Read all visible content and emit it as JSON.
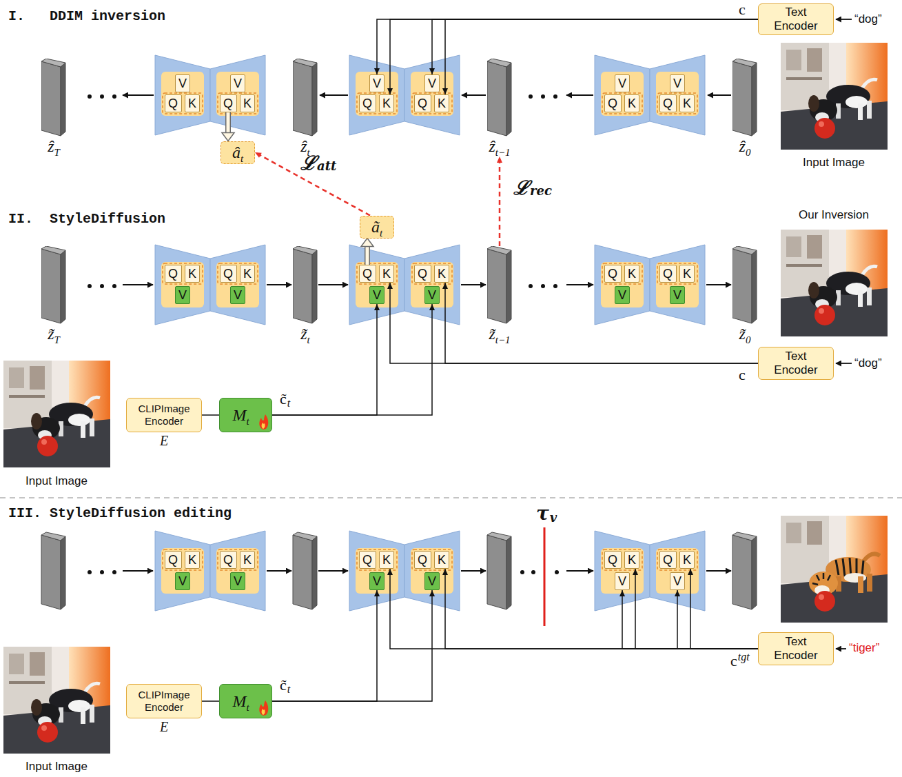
{
  "diagram": {
    "nodes": [
      {
        "text": [
          "Text Encoder"
        ]
      },
      {
        "text": [
          "ẑ",
          "T"
        ]
      },
      {
        "text": [
          "V"
        ]
      },
      {
        "text": [
          "Q"
        ]
      },
      {
        "text": [
          "K"
        ]
      },
      {
        "text": [
          "V"
        ]
      },
      {
        "text": [
          "Q"
        ]
      },
      {
        "text": [
          "K"
        ]
      },
      {
        "text": [
          "ẑ",
          "t"
        ]
      },
      {
        "text": [
          "V"
        ]
      },
      {
        "text": [
          "Q"
        ]
      },
      {
        "text": [
          "K"
        ]
      },
      {
        "text": [
          "V"
        ]
      },
      {
        "text": [
          "Q"
        ]
      },
      {
        "text": [
          "K"
        ]
      },
      {
        "text": [
          "ẑ",
          "t−1"
        ]
      },
      {
        "text": [
          "V"
        ]
      },
      {
        "text": [
          "Q"
        ]
      },
      {
        "text": [
          "K"
        ]
      },
      {
        "text": [
          "V"
        ]
      },
      {
        "text": [
          "Q"
        ]
      },
      {
        "text": [
          "K"
        ]
      },
      {
        "text": [
          "ẑ",
          "0"
        ]
      },
      {
        "text": [
          "â",
          "t"
        ]
      },
      {
        "text": [
          "ã",
          "t"
        ]
      },
      {
        "text": [
          "z̃",
          "T"
        ]
      },
      {
        "text": [
          "Q"
        ]
      },
      {
        "text": [
          "K"
        ]
      },
      {
        "text": [
          "V"
        ]
      },
      {
        "text": [
          "Q"
        ]
      },
      {
        "text": [
          "K"
        ]
      },
      {
        "text": [
          "V"
        ]
      },
      {
        "text": [
          "z̃",
          "t"
        ]
      },
      {
        "text": [
          "Q"
        ]
      },
      {
        "text": [
          "K"
        ]
      },
      {
        "text": [
          "V"
        ]
      },
      {
        "text": [
          "Q"
        ]
      },
      {
        "text": [
          "K"
        ]
      },
      {
        "text": [
          "V"
        ]
      },
      {
        "text": [
          "z̃",
          "t−1"
        ]
      },
      {
        "text": [
          "Q"
        ]
      },
      {
        "text": [
          "K"
        ]
      },
      {
        "text": [
          "V"
        ]
      },
      {
        "text": [
          "Q"
        ]
      },
      {
        "text": [
          "K"
        ]
      },
      {
        "text": [
          "V"
        ]
      },
      {
        "text": [
          "z̃",
          "0"
        ]
      },
      {
        "text": [
          "Text Encoder"
        ]
      },
      {
        "text": [
          "CLIPImage Encoder",
          "E"
        ]
      },
      {
        "text": [
          "M",
          "t"
        ]
      },
      {
        "text": [
          "Q"
        ]
      },
      {
        "text": [
          "K"
        ]
      },
      {
        "text": [
          "V"
        ]
      },
      {
        "text": [
          "Q"
        ]
      },
      {
        "text": [
          "K"
        ]
      },
      {
        "text": [
          "V"
        ]
      },
      {
        "text": [
          "Q"
        ]
      },
      {
        "text": [
          "K"
        ]
      },
      {
        "text": [
          "V"
        ]
      },
      {
        "text": [
          "Q"
        ]
      },
      {
        "text": [
          "K"
        ]
      },
      {
        "text": [
          "V"
        ]
      },
      {
        "text": [
          "Q"
        ]
      },
      {
        "text": [
          "K"
        ]
      },
      {
        "text": [
          "V"
        ]
      },
      {
        "text": [
          "Q"
        ]
      },
      {
        "text": [
          "K"
        ]
      },
      {
        "text": [
          "V"
        ]
      },
      {
        "text": [
          "Text Encoder"
        ]
      },
      {
        "text": [
          "CLIPImage Encoder",
          "E"
        ]
      },
      {
        "text": [
          "M",
          "t"
        ]
      }
    ],
    "edges": [
      {
        "from": 0,
        "to": 9,
        "arrow": "to"
      },
      {
        "from": 0,
        "to": 11,
        "arrow": "to"
      },
      {
        "from": 0,
        "to": 12,
        "arrow": "to"
      },
      {
        "from": 0,
        "to": 14,
        "arrow": "to"
      },
      {
        "from": 6,
        "to": 23,
        "arrow": "to"
      },
      {
        "from": 33,
        "to": 24,
        "arrow": "to"
      },
      {
        "from": 24,
        "to": 23,
        "arrow": "to"
      },
      {
        "from": 39,
        "to": 15,
        "arrow": "to"
      },
      {
        "from": 47,
        "to": 34,
        "arrow": "to"
      },
      {
        "from": 47,
        "to": 37,
        "arrow": "to"
      },
      {
        "from": 49,
        "to": 35,
        "arrow": "to"
      },
      {
        "from": 49,
        "to": 38,
        "arrow": "to"
      },
      {
        "from": 48,
        "to": 49,
        "arrow": "none"
      },
      {
        "from": 69,
        "to": 70,
        "arrow": "none"
      },
      {
        "from": 70,
        "to": 58,
        "arrow": "to"
      },
      {
        "from": 70,
        "to": 61,
        "arrow": "to"
      },
      {
        "from": 68,
        "to": 57,
        "arrow": "to"
      },
      {
        "from": 68,
        "to": 60,
        "arrow": "to"
      },
      {
        "from": 68,
        "to": 64,
        "arrow": "to"
      },
      {
        "from": 68,
        "to": 63,
        "arrow": "to"
      },
      {
        "from": 68,
        "to": 67,
        "arrow": "to"
      },
      {
        "from": 68,
        "to": 66,
        "arrow": "to"
      }
    ],
    "labels": [
      "I.   DDIM inversion",
      "c",
      "“dog”",
      "Input Image",
      "ℒ",
      "att",
      "ℒ",
      "rec",
      "II.  StyleDiffusion",
      "Our Inversion",
      "c",
      "“dog”",
      "c̃",
      "t",
      "Input Image",
      "III. StyleDiffusion editing",
      "τ",
      "v",
      "c",
      "tgt",
      "“tiger”",
      "c̃",
      "t",
      "Input Image"
    ]
  }
}
